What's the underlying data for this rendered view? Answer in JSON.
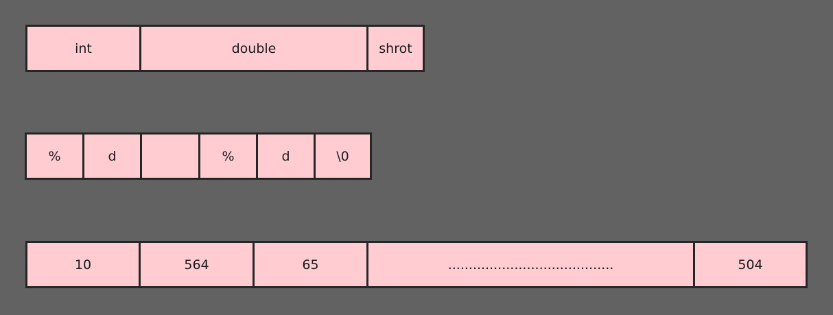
{
  "rows": [
    {
      "cells": [
        "int",
        "double",
        "shrot"
      ]
    },
    {
      "cells": [
        "%",
        "d",
        "",
        "%",
        "d",
        "\\0"
      ]
    },
    {
      "cells": [
        "10",
        "564",
        "65",
        "........................................",
        "504"
      ]
    }
  ],
  "colors": {
    "background": "#626262",
    "cell_fill": "#ffccd2",
    "cell_border": "#262626",
    "text": "#1a1a1a"
  }
}
